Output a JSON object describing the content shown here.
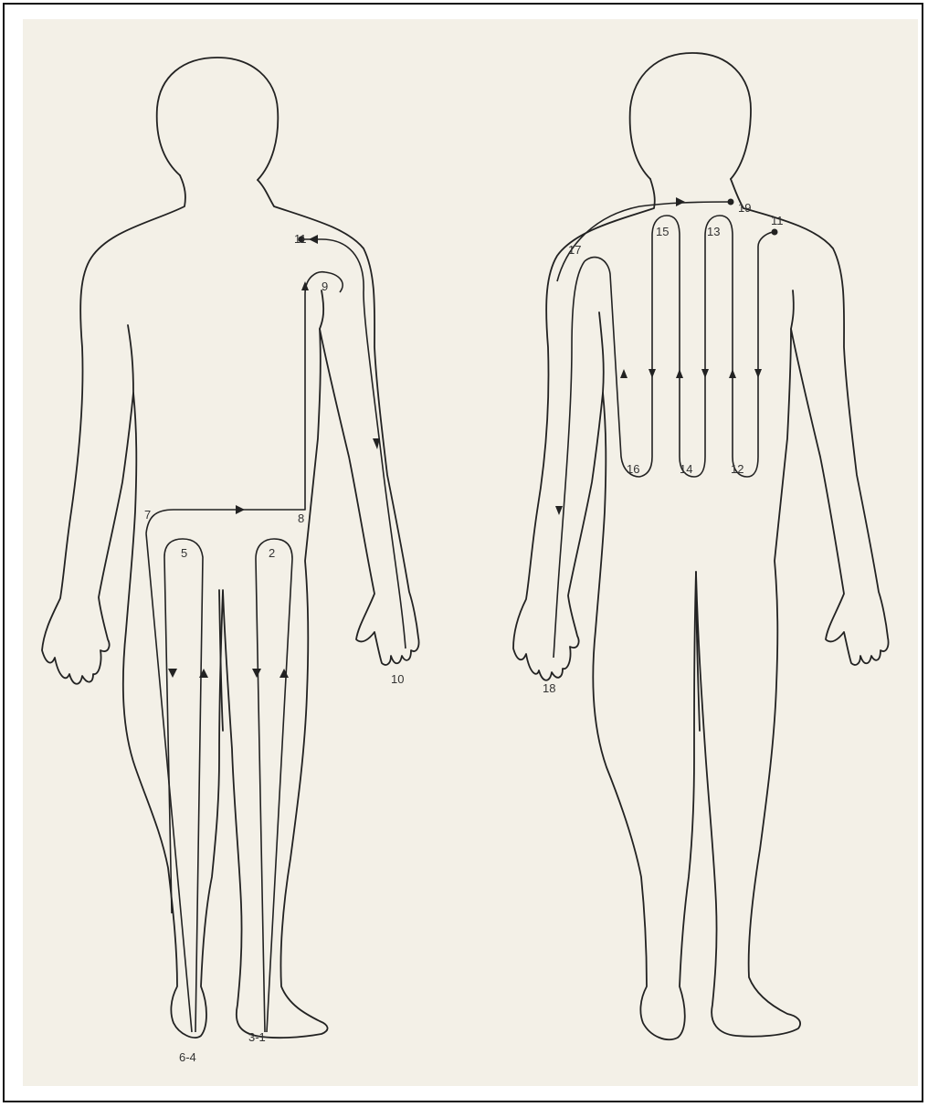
{
  "labels": {
    "l1": "11",
    "l2": "9",
    "l3": "7",
    "l4": "8",
    "l5": "5",
    "l6": "2",
    "l7": "10",
    "l8": "6-4",
    "l9": "3-1",
    "r1": "19",
    "r2": "15",
    "r3": "13",
    "r4": "11",
    "r5": "17",
    "r6": "16",
    "r7": "14",
    "r8": "12",
    "r9": "18"
  },
  "colors": {
    "paper": "#f3f0e7",
    "line": "#222222"
  }
}
